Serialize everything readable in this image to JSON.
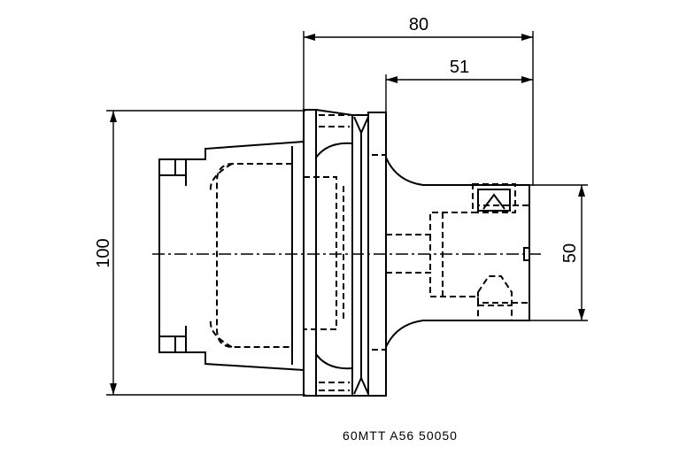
{
  "dimensions": {
    "overall_length": "80",
    "shank_length": "51",
    "flange_diameter": "100",
    "shank_diameter": "50"
  },
  "caption": "60MTT A56 50050"
}
